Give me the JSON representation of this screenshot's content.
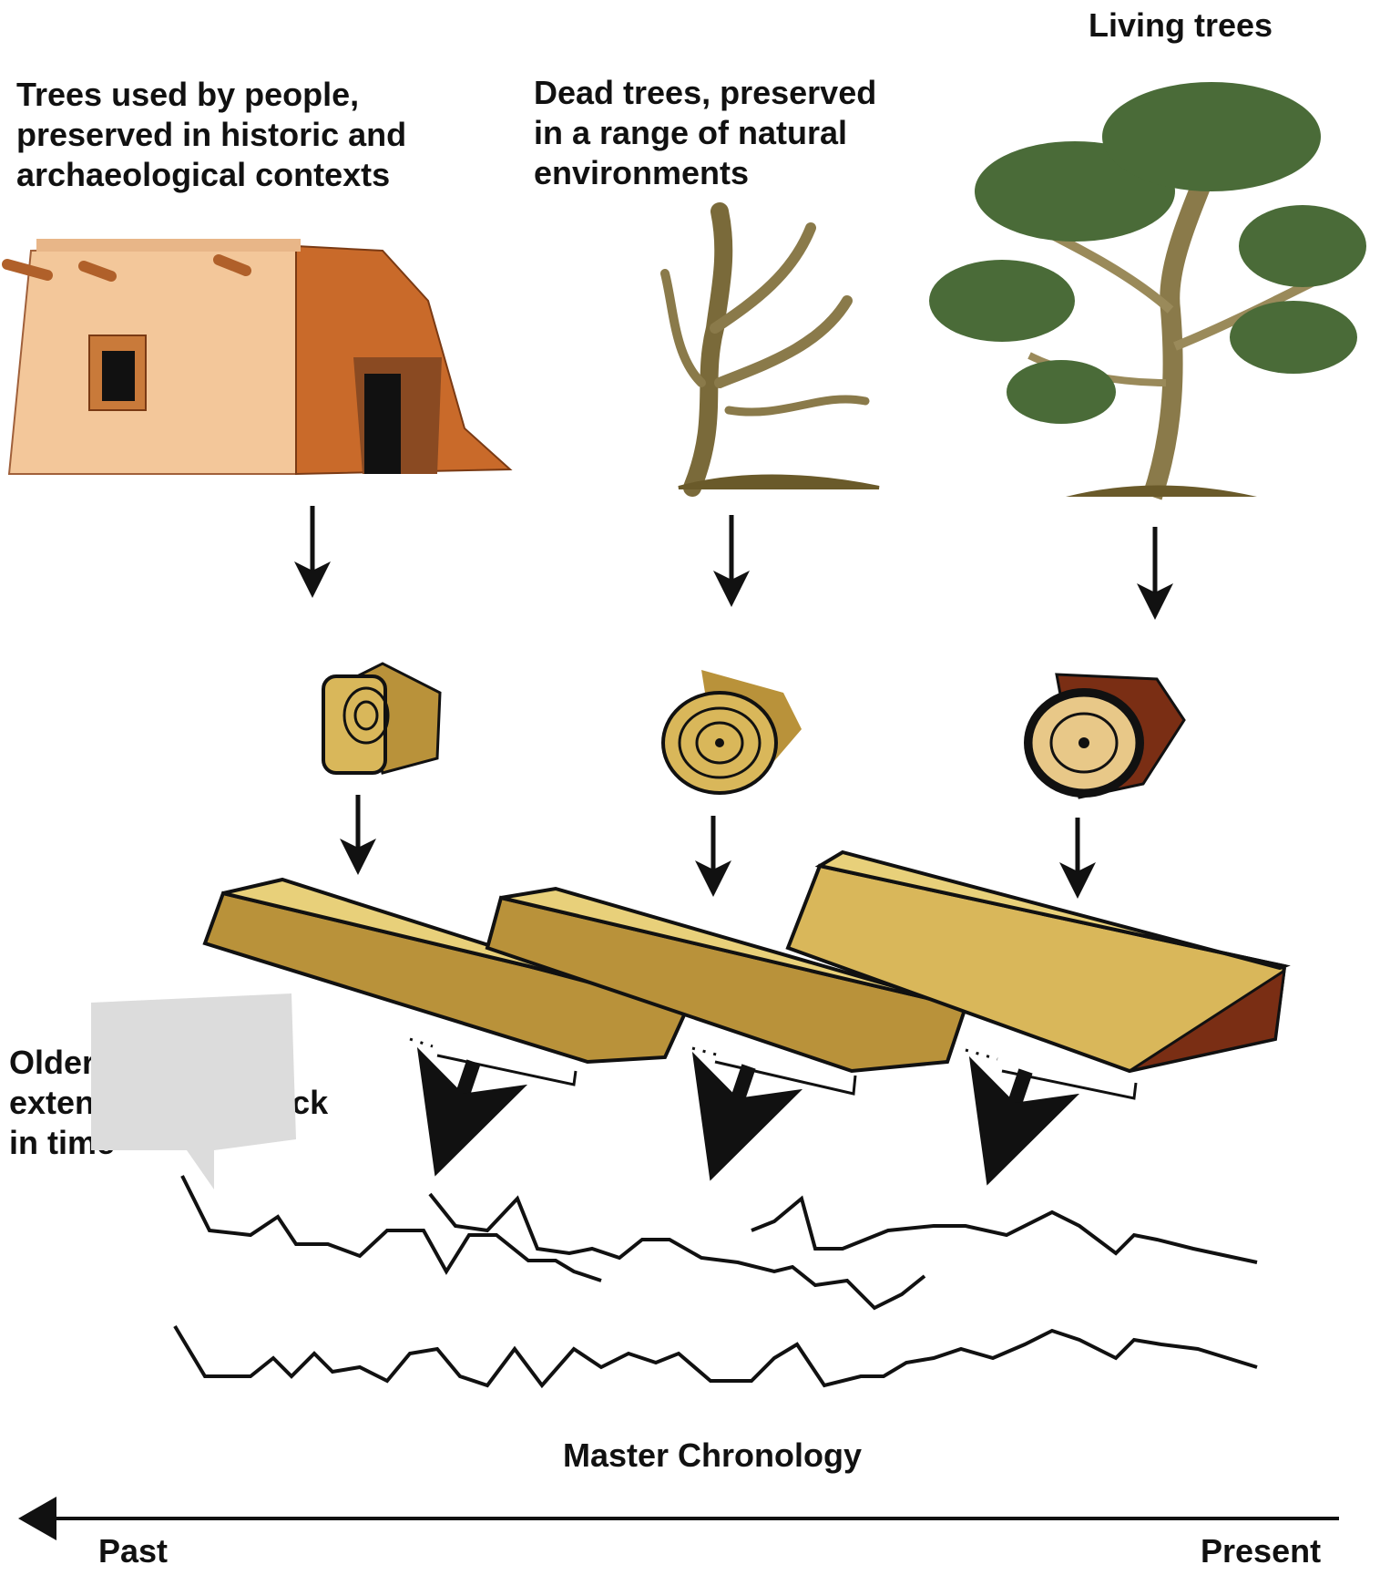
{
  "labels": {
    "living_trees": "Living trees",
    "trees_used": [
      "Trees used by people,",
      "preserved in historic and",
      "archaeological contexts"
    ],
    "dead_trees": [
      "Dead trees, preserved",
      "in a range of natural",
      "environments"
    ],
    "older_samples": [
      "Older samples",
      "extend records back",
      "in time"
    ],
    "master_chronology": "Master Chronology",
    "past": "Past",
    "present": "Present"
  },
  "colors": {
    "adobe_light": "#f3c79a",
    "adobe_dark": "#c96a2a",
    "wood": "#d9b75a",
    "wood_dark": "#b9923a",
    "bark": "#7a2e14",
    "foliage": "#4a6b38",
    "trunk": "#8a7a4a",
    "ink": "#111111"
  },
  "icons": [
    "adobe-house-icon",
    "dead-tree-icon",
    "living-tree-icon",
    "squared-beam-icon",
    "log-section-icon",
    "bark-log-icon"
  ]
}
